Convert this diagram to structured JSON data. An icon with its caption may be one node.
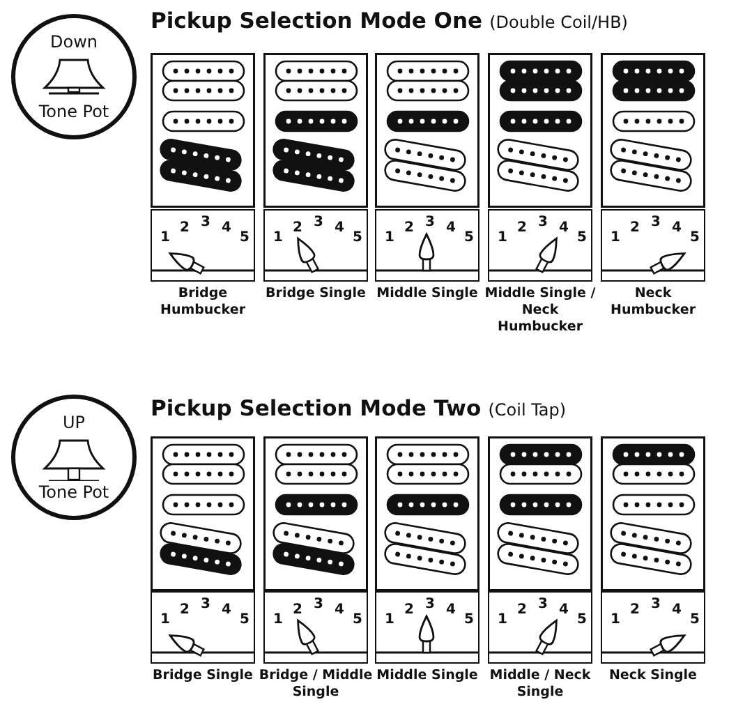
{
  "diagram": {
    "nodes": [
      {
        "text": [
          "Down",
          "Tone Pot"
        ]
      },
      {
        "text": [
          "1",
          "2",
          "3",
          "4",
          "5"
        ],
        "beside": [
          "Bridge Humbucker"
        ]
      },
      {
        "text": [
          "1",
          "2",
          "3",
          "4",
          "5"
        ],
        "beside": [
          "Bridge Single"
        ]
      },
      {
        "text": [
          "1",
          "2",
          "3",
          "4",
          "5"
        ],
        "beside": [
          "Middle Single"
        ]
      },
      {
        "text": [
          "1",
          "2",
          "3",
          "4",
          "5"
        ],
        "beside": [
          "Middle Single / Neck Humbucker"
        ]
      },
      {
        "text": [
          "1",
          "2",
          "3",
          "4",
          "5"
        ],
        "beside": [
          "Neck Humbucker"
        ]
      },
      {
        "text": [
          "UP",
          "Tone Pot"
        ]
      },
      {
        "text": [
          "1",
          "2",
          "3",
          "4",
          "5"
        ],
        "beside": [
          "Bridge Single"
        ]
      },
      {
        "text": [
          "1",
          "2",
          "3",
          "4",
          "5"
        ],
        "beside": [
          "Bridge / Middle Single"
        ]
      },
      {
        "text": [
          "1",
          "2",
          "3",
          "4",
          "5"
        ],
        "beside": [
          "Middle Single"
        ]
      },
      {
        "text": [
          "1",
          "2",
          "3",
          "4",
          "5"
        ],
        "beside": [
          "Middle / Neck Single"
        ]
      },
      {
        "text": [
          "1",
          "2",
          "3",
          "4",
          "5"
        ],
        "beside": [
          "Neck Single"
        ]
      }
    ],
    "labels": [
      "Pickup Selection Mode One",
      "(Double Coil/HB)",
      "Pickup Selection Mode Two",
      "(Coil Tap)"
    ]
  }
}
